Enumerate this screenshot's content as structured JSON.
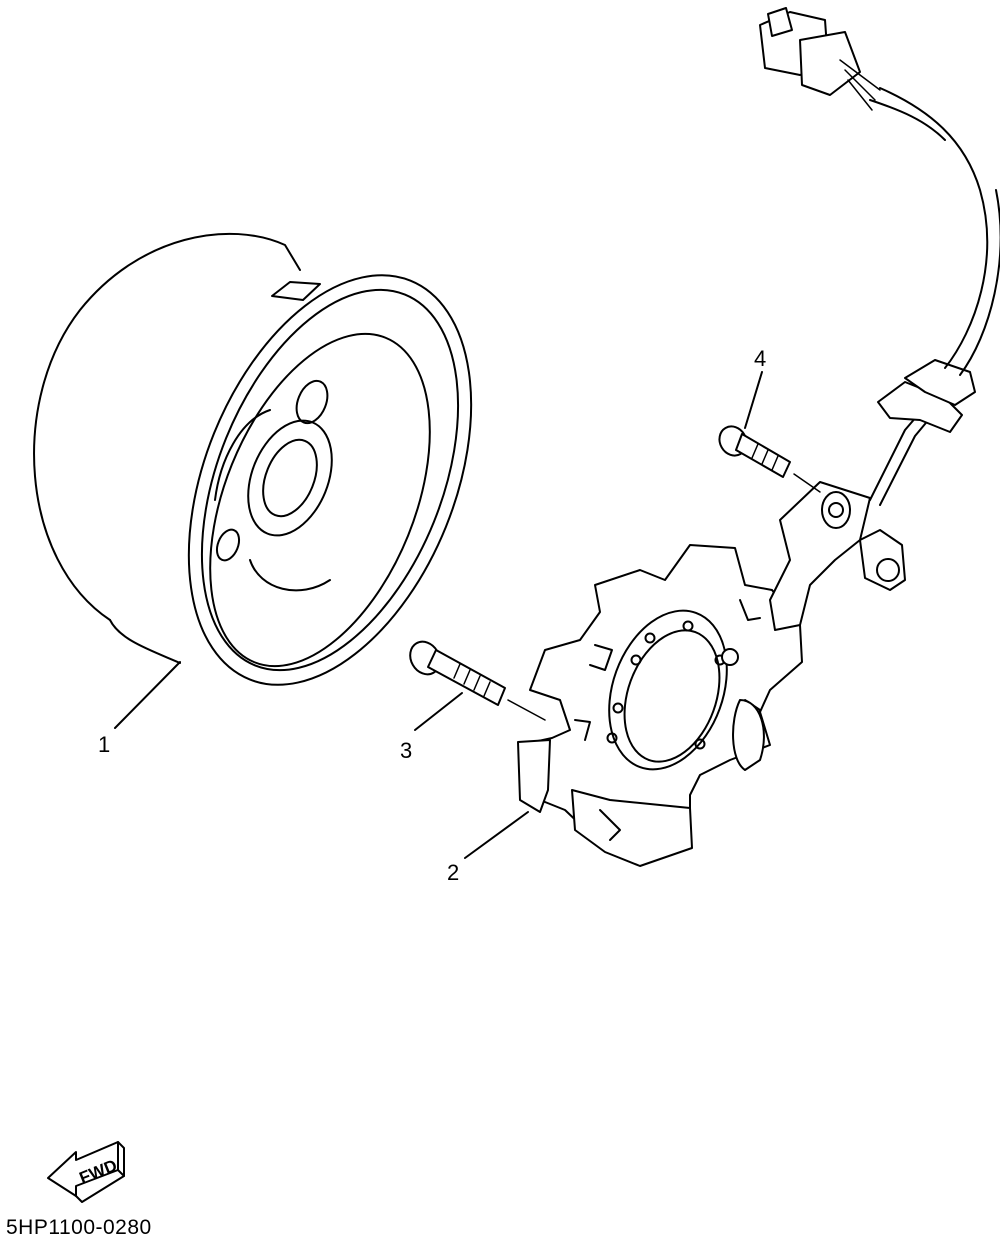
{
  "callouts": [
    {
      "id": "1",
      "label": "1",
      "part": "flywheel-rotor"
    },
    {
      "id": "2",
      "label": "2",
      "part": "stator-assembly"
    },
    {
      "id": "3",
      "label": "3",
      "part": "stator-bolt"
    },
    {
      "id": "4",
      "label": "4",
      "part": "lead-clamp-bolt"
    }
  ],
  "direction_indicator": {
    "text": "FWD"
  },
  "diagram_ref": "5HP1100-0280"
}
